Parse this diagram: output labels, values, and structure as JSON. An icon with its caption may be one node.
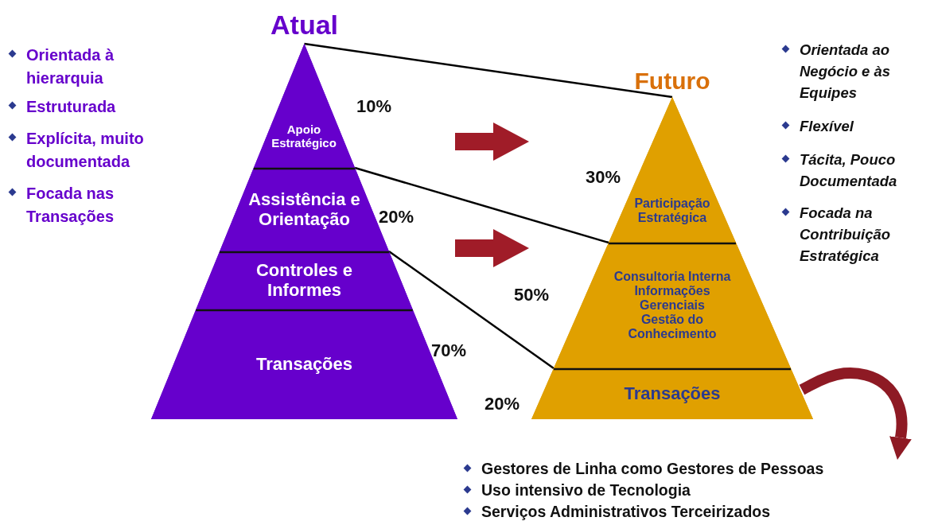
{
  "diagram": {
    "nodes": [
      {
        "text": [
          "Atual"
        ]
      },
      {
        "text": [
          "Apoio Estratégico"
        ],
        "in": 0
      },
      {
        "text": [
          "Assistência e Orientação"
        ],
        "in": 0
      },
      {
        "text": [
          "Controles e Informes"
        ],
        "in": 0
      },
      {
        "text": [
          "Transações"
        ],
        "in": 0
      },
      {
        "text": [
          "Futuro"
        ]
      },
      {
        "text": [
          "Participação Estratégica"
        ],
        "in": 5
      },
      {
        "text": [
          "Consultoria Interna",
          "Informações Gerenciais",
          "Gestão do Conhecimento"
        ],
        "in": 5
      },
      {
        "text": [
          "Transações"
        ],
        "in": 5
      },
      {
        "text": [
          "Gestores de Linha como Gestores de Pessoas",
          "Uso intensivo de Tecnologia",
          "Serviços Administrativos Terceirizados"
        ]
      }
    ],
    "edges": [
      {
        "from": 1,
        "to": 6,
        "arrow": "none"
      },
      {
        "from": 2,
        "to": 7,
        "arrow": "none"
      },
      {
        "from": 3,
        "to": 8,
        "arrow": "none"
      },
      {
        "from": 8,
        "to": 9,
        "arrow": "to",
        "style": "thick",
        "color": "#8e1a24"
      }
    ],
    "labels": [
      "Orientada à hierarquia",
      "Estruturada",
      "Explícita, muito documentada",
      "Focada nas Transações",
      "Orientada ao Negócio e às Equipes",
      "Flexível",
      "Tácita, Pouco Documentada",
      "Focada na Contribuição Estratégica",
      "10%",
      "20%",
      "70%",
      "30%",
      "50%",
      "20%"
    ]
  }
}
